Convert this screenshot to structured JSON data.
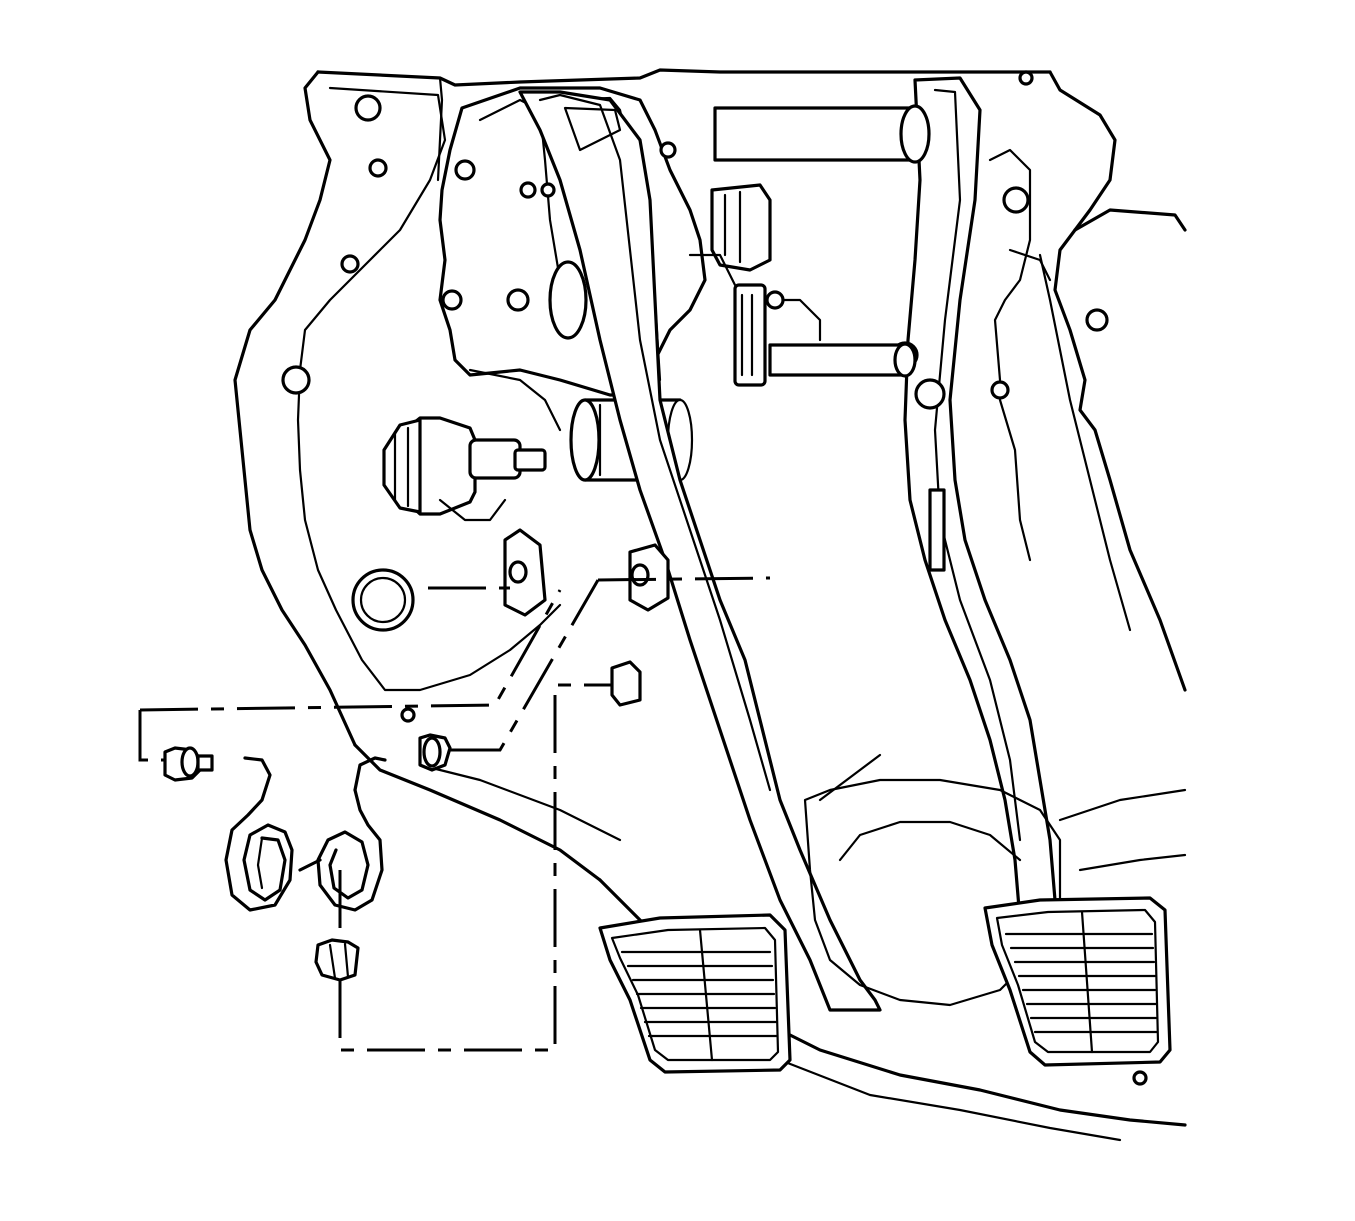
{
  "figure": {
    "type": "line-art service diagram",
    "colors": {
      "line": "#000000",
      "background": "#ffffff"
    },
    "components": [
      {
        "name": "pedal-bracket-assembly"
      },
      {
        "name": "brake-pedal-arm"
      },
      {
        "name": "accelerator-pedal-arm"
      },
      {
        "name": "brake-pedal-pad"
      },
      {
        "name": "accelerator-pedal-pad"
      },
      {
        "name": "brake-booster-pushrod"
      },
      {
        "name": "pedal-position-sensor-connector"
      },
      {
        "name": "pivot-bolt-and-bushing"
      },
      {
        "name": "return-spring-coil-left"
      },
      {
        "name": "return-spring-coil-right"
      },
      {
        "name": "spring-retainer-clip"
      },
      {
        "name": "pivot-bushing"
      }
    ],
    "leader_lines": 4
  }
}
